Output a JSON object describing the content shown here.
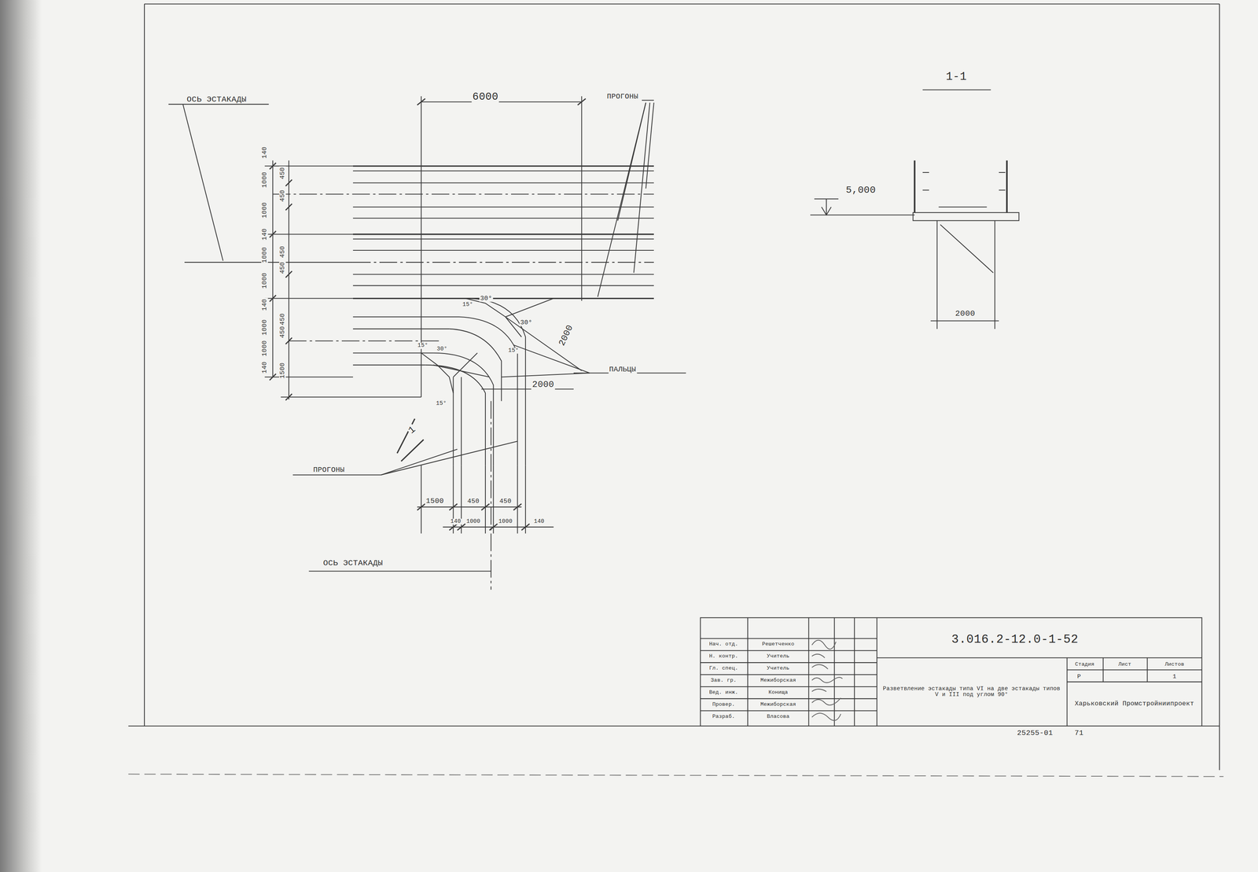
{
  "diagram": {
    "labels": [
      "ОСЬ ЭСТАКАДЫ",
      "6000",
      "ПРОГОНЫ",
      "140",
      "1000",
      "450",
      "450",
      "1000",
      "140",
      "1000",
      "450",
      "450",
      "1000",
      "140",
      "1000",
      "450",
      "450",
      "1000",
      "140",
      "1500",
      "15°",
      "30°",
      "30°",
      "15°",
      "2000",
      "15°",
      "30°",
      "15°",
      "ПАЛЬЦЫ",
      "2000",
      "1",
      "ПРОГОНЫ",
      "1500",
      "450",
      "450",
      "140",
      "1000",
      "1000",
      "140",
      "ОСЬ ЭСТАКАДЫ",
      "1-1",
      "5,000",
      "2000",
      "Нач. отд.",
      "Решетченко",
      "Н. контр.",
      "Учитель",
      "Гл. спец.",
      "Учитель",
      "Зав. гр.",
      "Межиборская",
      "Вед. инж.",
      "Конища",
      "Провер.",
      "Межиборская",
      "Разраб.",
      "Власова",
      "3.016.2-12.0-1-52",
      "Разветвление эстакады типа VI на две эстакады типов V и III под углом 90°",
      "Стадия",
      "Лист",
      "Листов",
      "Р",
      "1",
      "Харьковский Промстройниипроект",
      "25255-01",
      "71"
    ]
  }
}
